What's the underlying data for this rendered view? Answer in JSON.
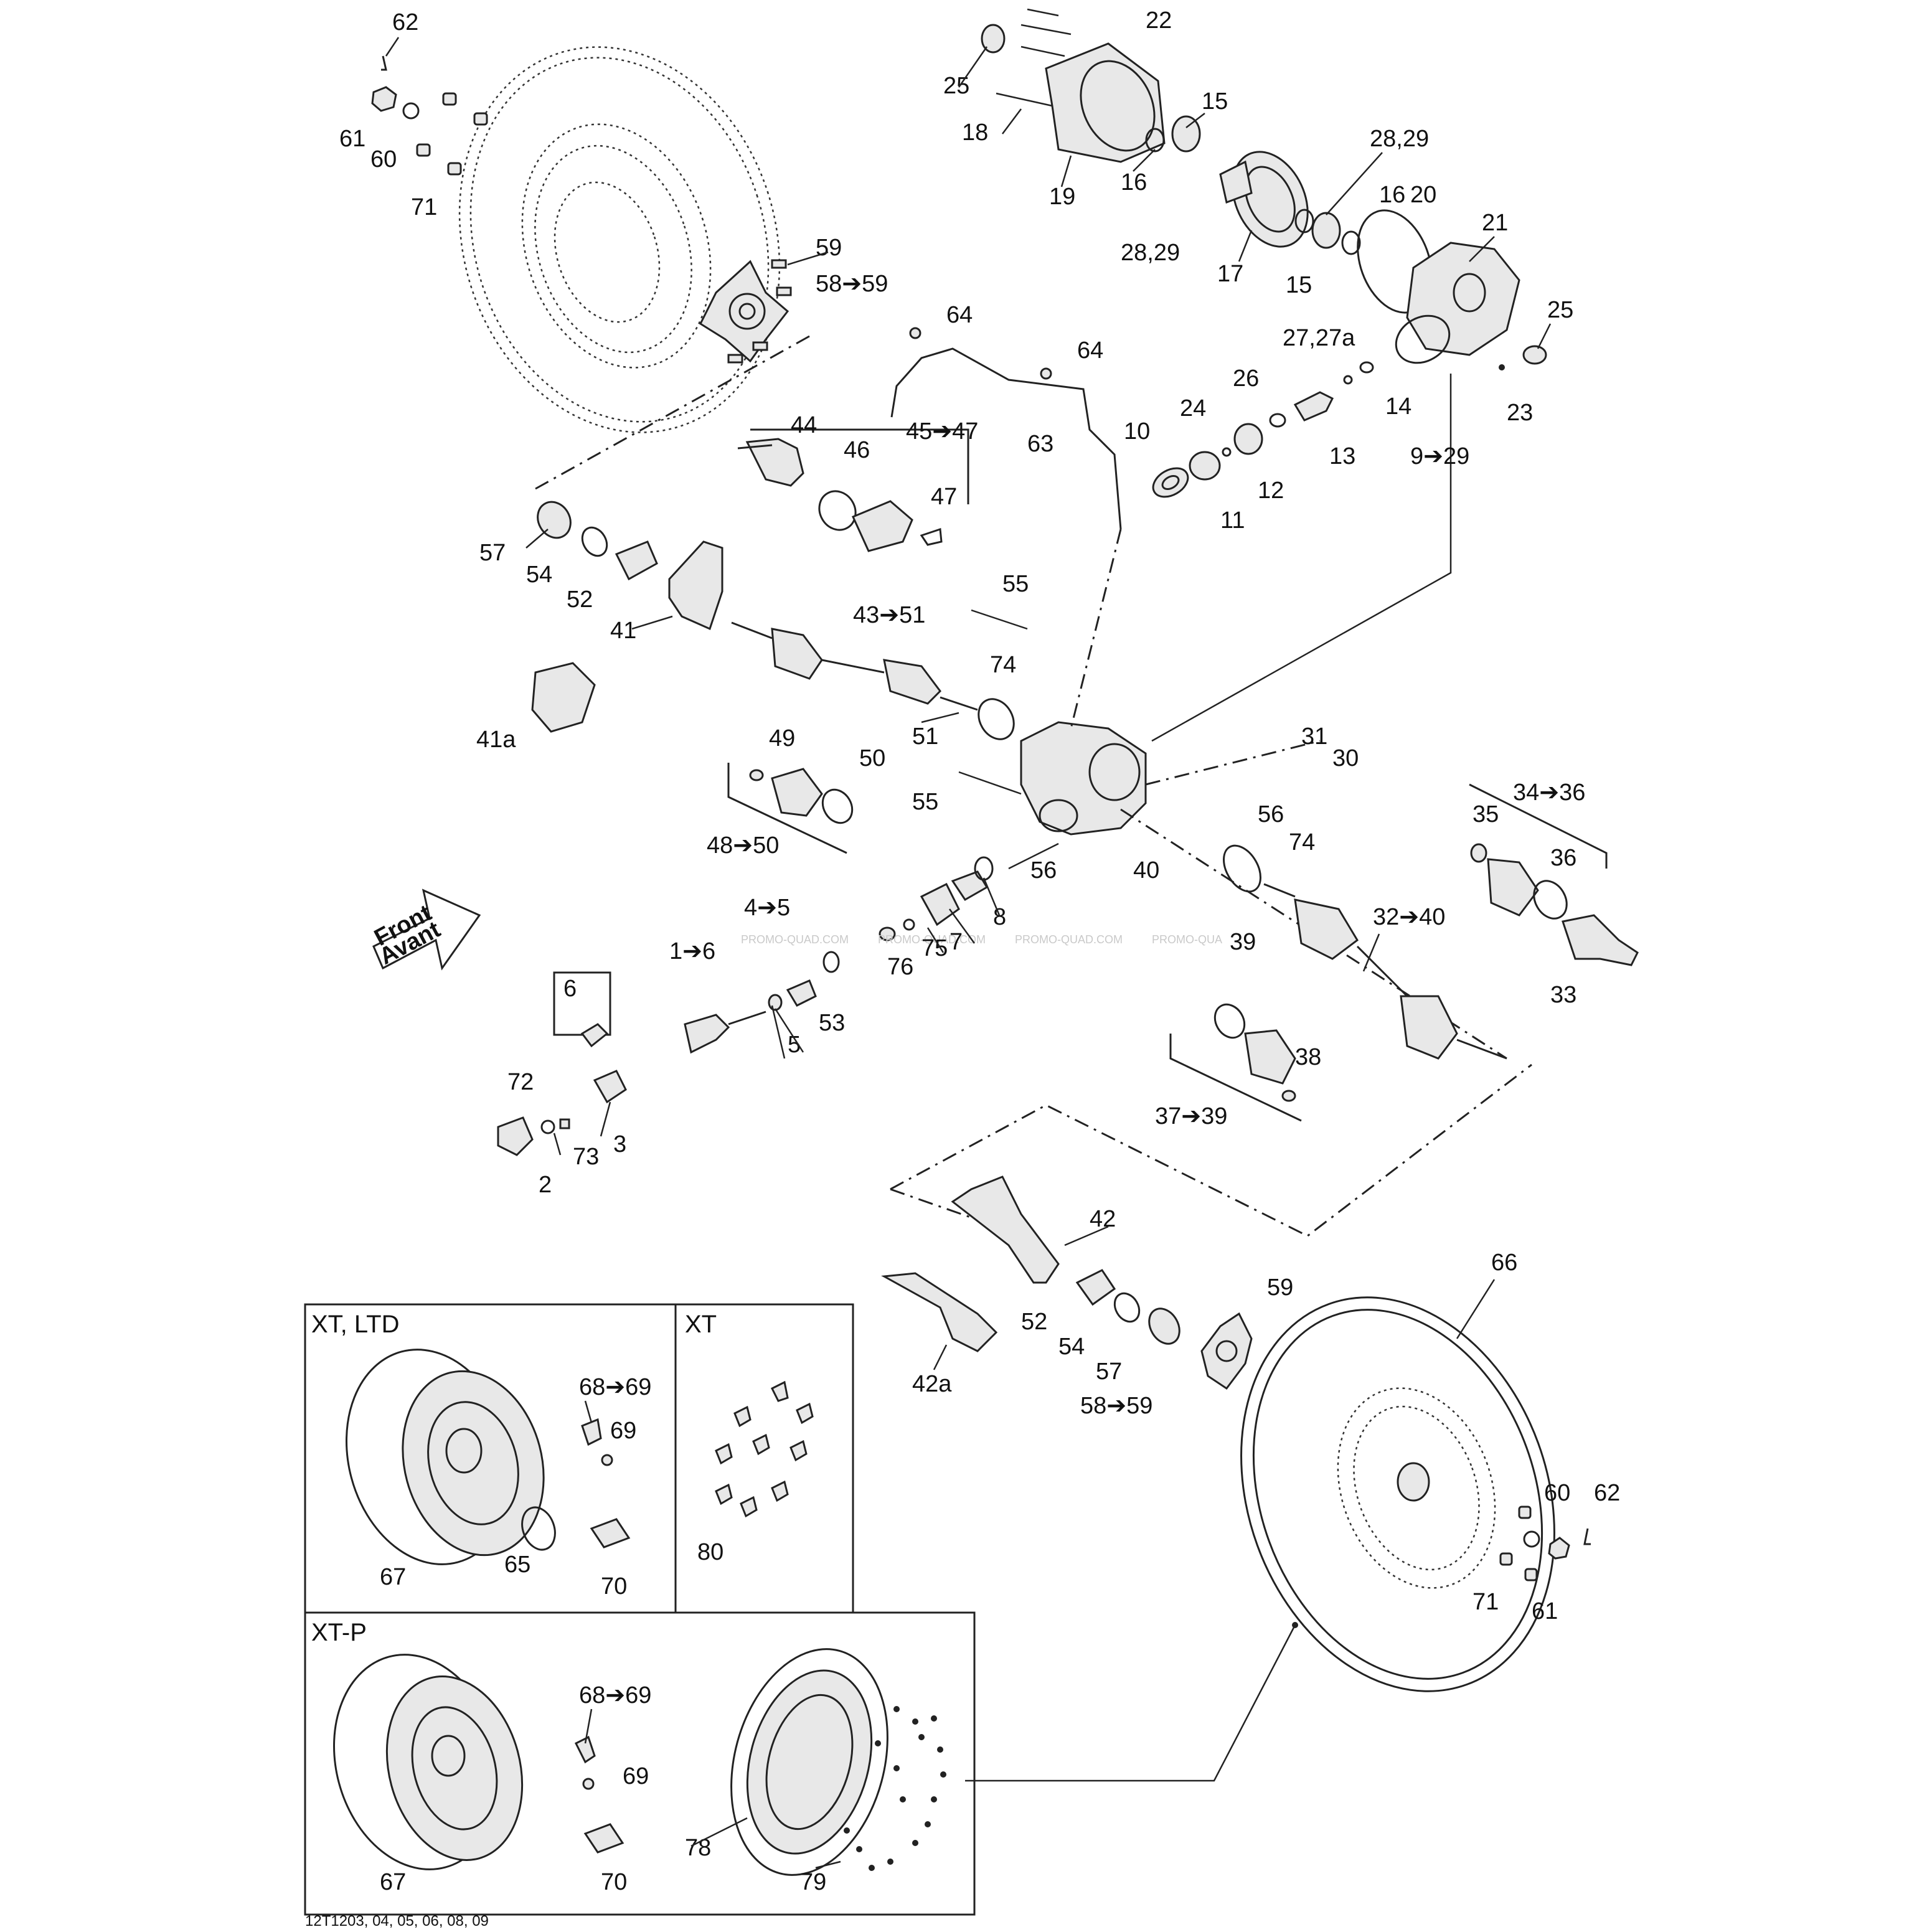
{
  "diagram_id": "12T1203, 04, 05, 06, 08, 09",
  "direction_sign": {
    "line1": "Front",
    "line2": "Avant"
  },
  "watermarks": [
    "PROMO-QUAD.COM",
    "PROMO-QUAD.COM",
    "PROMO-QUAD.COM",
    "PROMO-QUA"
  ],
  "panels": {
    "xt_ltd": "XT, LTD",
    "xt": "XT",
    "xt_p": "XT-P"
  },
  "labels": [
    "62",
    "61",
    "60",
    "71",
    "59",
    "58➔59",
    "22",
    "25",
    "18",
    "15",
    "19",
    "16",
    "28,29",
    "28,29",
    "17",
    "16",
    "15",
    "20",
    "21",
    "25",
    "23",
    "64",
    "64",
    "63",
    "27,27a",
    "14",
    "26",
    "24",
    "13",
    "10",
    "12",
    "11",
    "9➔29",
    "44",
    "46",
    "45➔47",
    "47",
    "57",
    "54",
    "52",
    "41",
    "41a",
    "55",
    "43➔51",
    "74",
    "51",
    "49",
    "50",
    "48➔50",
    "55",
    "31",
    "30",
    "56",
    "74",
    "56",
    "40",
    "34➔36",
    "35",
    "36",
    "33",
    "32➔40",
    "4➔5",
    "1➔6",
    "5",
    "53",
    "76",
    "75",
    "7",
    "8",
    "6",
    "72",
    "73",
    "3",
    "2",
    "39",
    "38",
    "37➔39",
    "42",
    "42a",
    "52",
    "54",
    "57",
    "59",
    "58➔59",
    "66",
    "60",
    "62",
    "71",
    "61",
    "68➔69",
    "69",
    "65",
    "67",
    "70",
    "80",
    "68➔69",
    "69",
    "67",
    "70",
    "78",
    "79"
  ]
}
